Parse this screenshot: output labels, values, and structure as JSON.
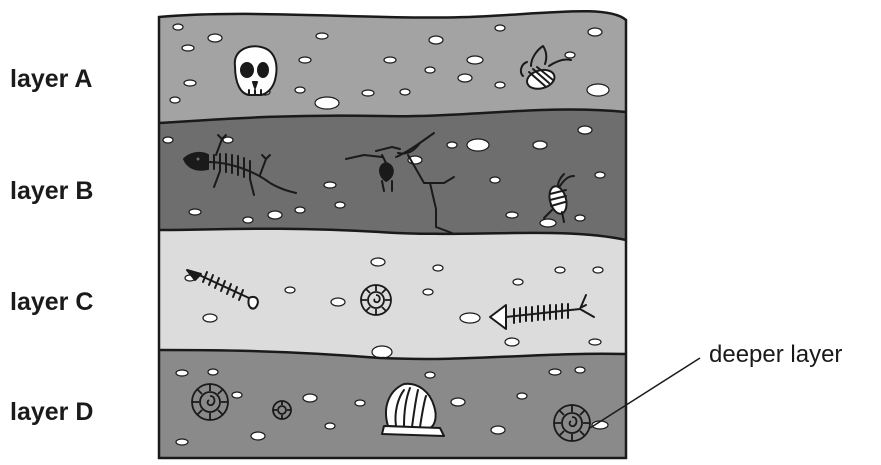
{
  "layers": [
    {
      "label": "layer A",
      "fill": "#a3a3a3"
    },
    {
      "label": "layer B",
      "fill": "#6e6e6e"
    },
    {
      "label": "layer C",
      "fill": "#dcdcdc"
    },
    {
      "label": "layer D",
      "fill": "#8a8a8a"
    }
  ],
  "callout": {
    "label": "deeper layer"
  },
  "colors": {
    "outline": "#1a1a1a",
    "pebble": "#ffffff",
    "fossil": "#1a1a1a"
  },
  "fossils": [
    {
      "layer": "layer A",
      "icon": "skull-icon"
    },
    {
      "layer": "layer A",
      "icon": "insect-icon"
    },
    {
      "layer": "layer B",
      "icon": "lizard-skeleton-icon"
    },
    {
      "layer": "layer B",
      "icon": "bird-skeleton-icon"
    },
    {
      "layer": "layer B",
      "icon": "insect-icon"
    },
    {
      "layer": "layer C",
      "icon": "fish-skeleton-icon"
    },
    {
      "layer": "layer C",
      "icon": "ammonite-icon"
    },
    {
      "layer": "layer C",
      "icon": "fish-skeleton-icon"
    },
    {
      "layer": "layer D",
      "icon": "ammonite-icon"
    },
    {
      "layer": "layer D",
      "icon": "ammonite-icon"
    },
    {
      "layer": "layer D",
      "icon": "scallop-shell-icon"
    },
    {
      "layer": "layer D",
      "icon": "ammonite-icon"
    }
  ]
}
